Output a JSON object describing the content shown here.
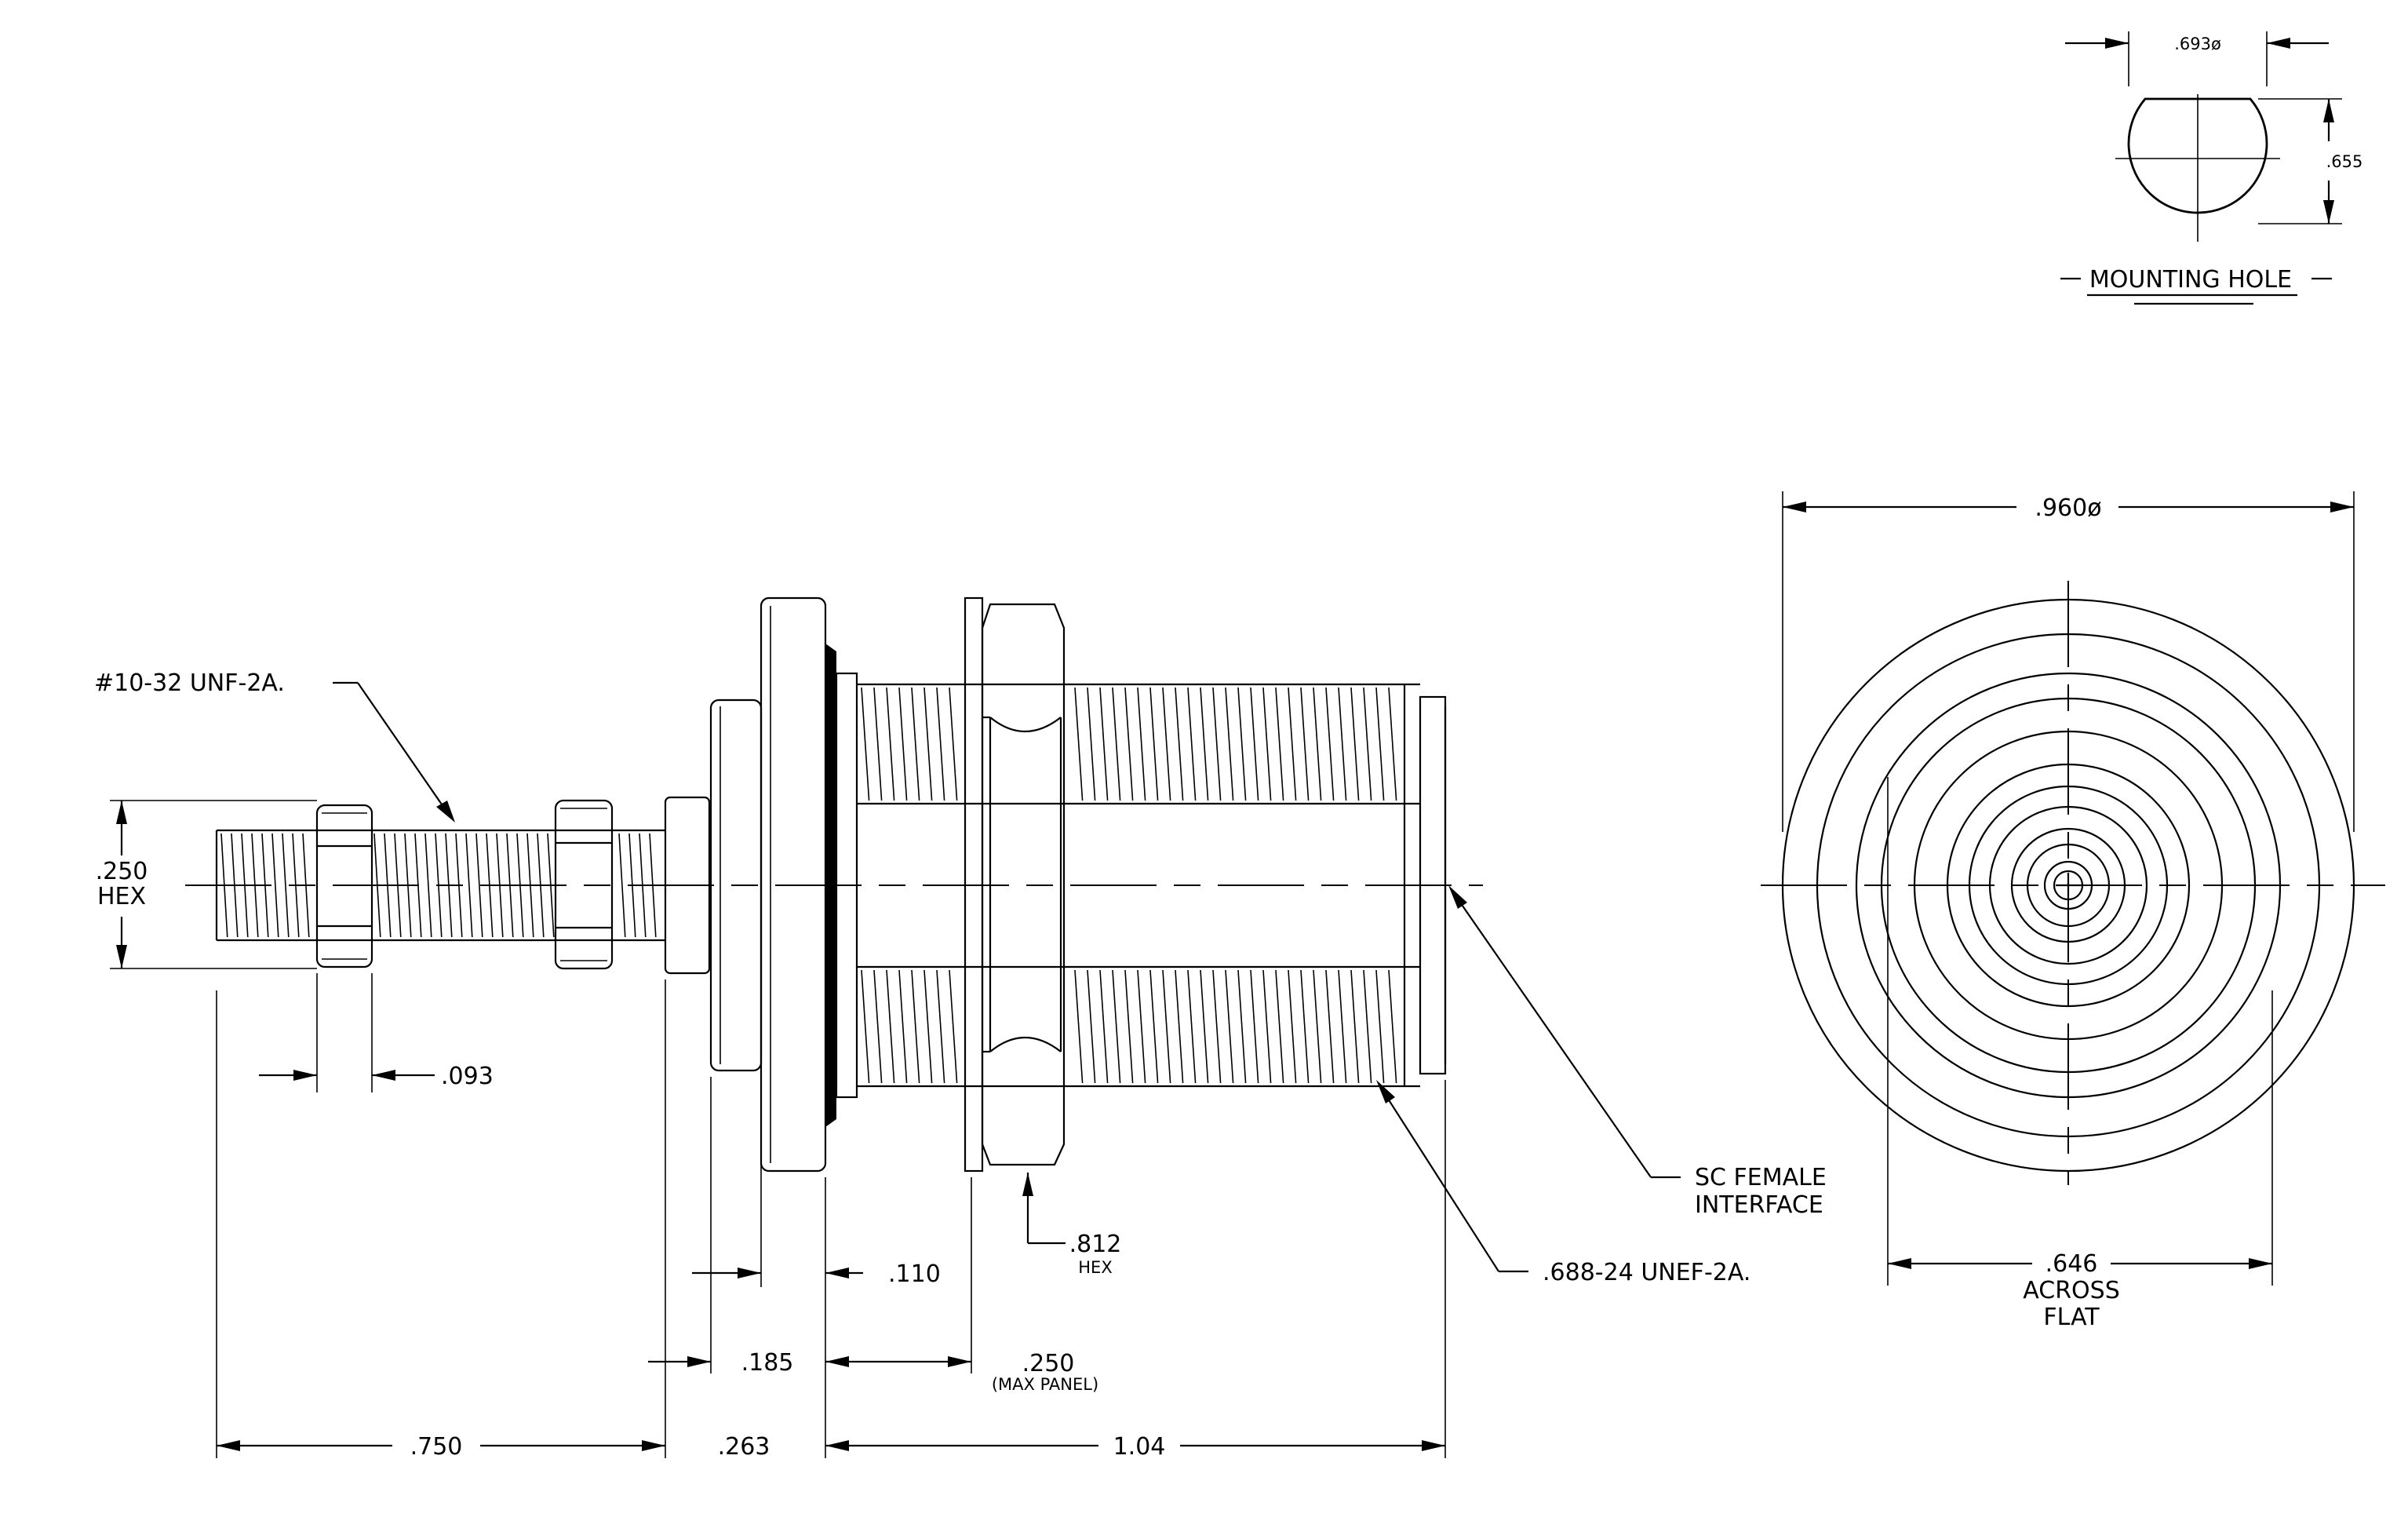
{
  "mounting_hole": {
    "title": "MOUNTING HOLE",
    "diameter": ".693ø",
    "flat": ".655"
  },
  "side_view": {
    "thread_small": "#10-32 UNF-2A.",
    "hex_small_value": ".250",
    "hex_small_unit": "HEX",
    "dim_093": ".093",
    "dim_110": ".110",
    "dim_185": ".185",
    "dim_250_panel": ".250",
    "max_panel": "(MAX PANEL)",
    "dim_750": ".750",
    "dim_263": ".263",
    "dim_104": "1.04",
    "hex_large_value": ".812",
    "hex_large_unit": "HEX",
    "interface_line1": "SC FEMALE",
    "interface_line2": "INTERFACE",
    "thread_large": ".688-24 UNEF-2A."
  },
  "end_view": {
    "diameter": ".960ø",
    "across_flat_value": ".646",
    "across_flat_line1": "ACROSS",
    "across_flat_line2": "FLAT"
  }
}
